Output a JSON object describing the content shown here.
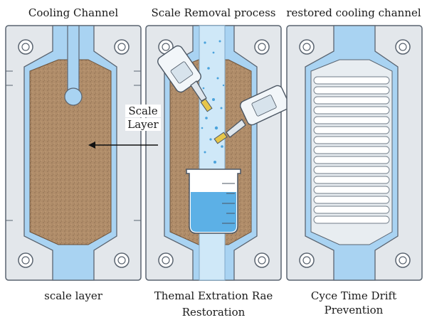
{
  "panels": [
    {
      "title": "Cooling Channel",
      "caption": "scale layer"
    },
    {
      "title": "Scale Removal process",
      "caption_line1": "Themal Extration Rae",
      "caption_line2": "Restoration"
    },
    {
      "title": "restored cooling channel",
      "caption_line1": "Cyce Time Drift",
      "caption_line2": "Prevention"
    }
  ],
  "annotation": {
    "line1": "Scale",
    "line2": "Layer"
  },
  "colors": {
    "frame": "#dfe4e8",
    "frame_stroke": "#5a6470",
    "water": "#a9d3f2",
    "scale": "#b08d6a",
    "scale_dark": "#8a6a4c",
    "fluid": "#5cb0e6"
  }
}
